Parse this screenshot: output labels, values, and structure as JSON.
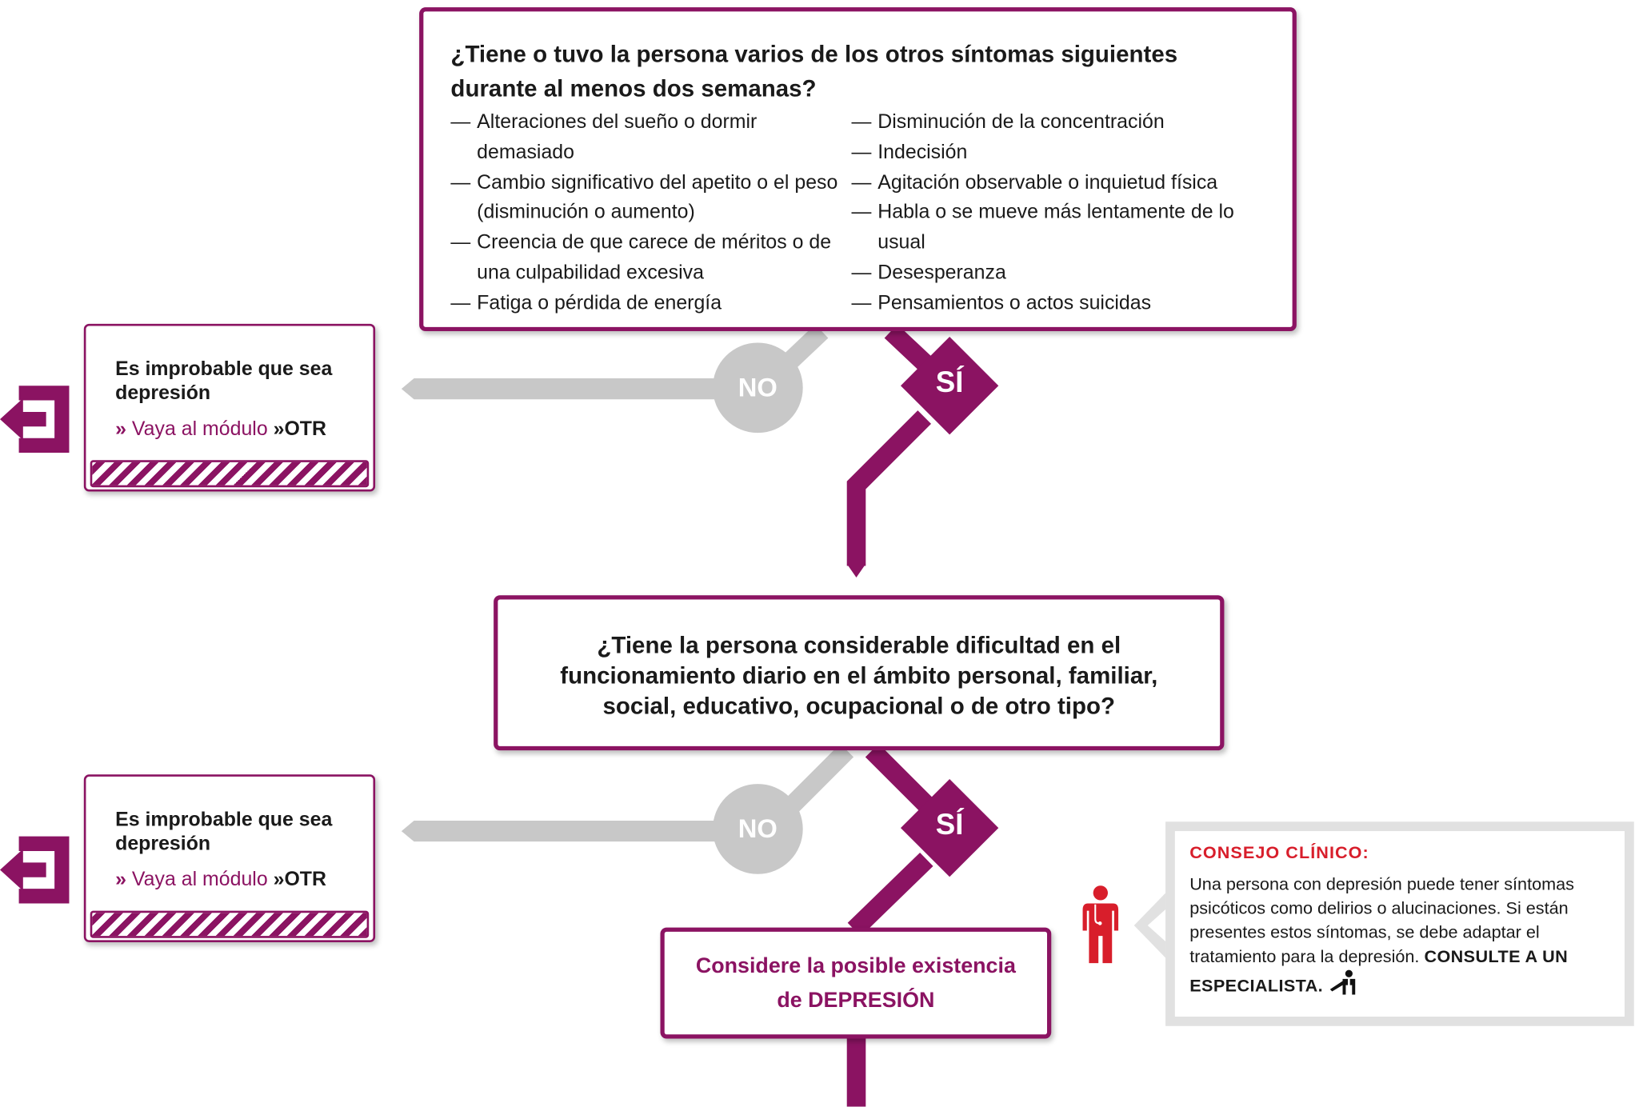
{
  "colors": {
    "primary": "#8b1362",
    "no": "#c8c8c8",
    "advice_title": "#d81e2b",
    "advice_border": "#e1e1e1"
  },
  "q1": {
    "title": "¿Tiene o tuvo la persona varios de los otros síntomas siguientes durante al menos dos semanas?",
    "col1": [
      "Alteraciones del sueño o dormir demasiado",
      "Cambio significativo del apetito o el peso (disminución o aumento)",
      "Creencia de que carece de méritos o de una culpabilidad excesiva",
      "Fatiga o pérdida de energía"
    ],
    "col2": [
      "Disminución de la concentración",
      "Indecisión",
      "Agitación observable o inquietud física",
      "Habla o se mueve más lentamente de lo usual",
      "Desesperanza",
      "Pensamientos o actos suicidas"
    ],
    "dash": "—"
  },
  "q2": {
    "text": "¿Tiene la persona considerable dificultad en el funcionamiento diario en el ámbito personal, familiar, social, educativo, ocupacional o de otro tipo?"
  },
  "branch": {
    "no": "NO",
    "yes": "SÍ"
  },
  "exit": {
    "title": "Es improbable que sea depresión",
    "chevron": "»",
    "link": "Vaya al módulo",
    "module": "»OTR"
  },
  "result": {
    "line1": "Considere la posible existencia",
    "line2": "de DEPRESIÓN"
  },
  "advice": {
    "title": "CONSEJO CLÍNICO:",
    "body": "Una persona con depresión puede tener síntomas psicóticos como delirios o alucinaciones. Si están presentes estos síntomas, se debe adaptar el tratamiento para la depresión.",
    "emph": "CONSULTE A UN ESPECIALISTA.",
    "icon": "specialist-icon"
  },
  "icons": {
    "exit": "exit-arrow-icon",
    "doctor": "doctor-icon"
  }
}
